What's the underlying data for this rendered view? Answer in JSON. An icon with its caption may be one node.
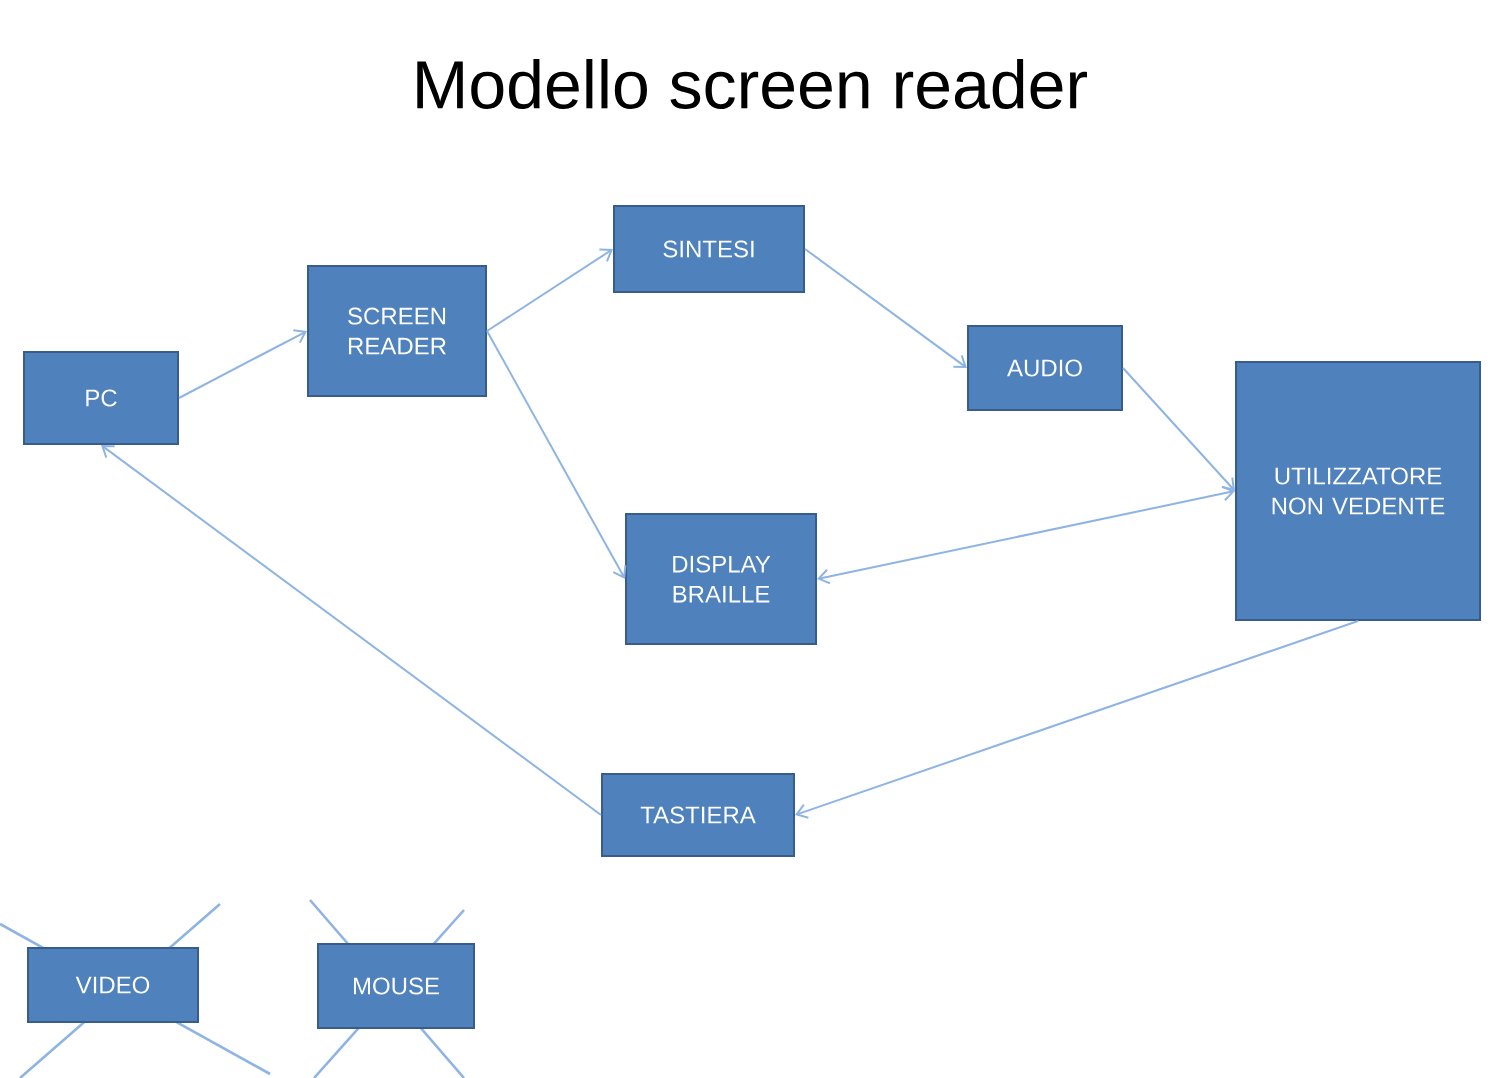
{
  "diagram": {
    "title": "Modello screen reader",
    "nodes": [
      {
        "text": [
          "PC"
        ]
      },
      {
        "text": [
          "SCREEN READER"
        ]
      },
      {
        "text": [
          "SINTESI"
        ]
      },
      {
        "text": [
          "AUDIO"
        ]
      },
      {
        "text": [
          "UTILIZZATORE NON VEDENTE"
        ]
      },
      {
        "text": [
          "DISPLAY BRAILLE"
        ]
      },
      {
        "text": [
          "TASTIERA"
        ]
      },
      {
        "text": [
          "VIDEO"
        ]
      },
      {
        "text": [
          "MOUSE"
        ]
      }
    ],
    "edges": [
      {
        "from": 0,
        "to": 1,
        "arrow": "to"
      },
      {
        "from": 1,
        "to": 2,
        "arrow": "to"
      },
      {
        "from": 1,
        "to": 5,
        "arrow": "to"
      },
      {
        "from": 2,
        "to": 3,
        "arrow": "to"
      },
      {
        "from": 3,
        "to": 4,
        "arrow": "to"
      },
      {
        "from": 4,
        "to": 5,
        "arrow": "both"
      },
      {
        "from": 4,
        "to": 6,
        "arrow": "to"
      },
      {
        "from": 6,
        "to": 0,
        "arrow": "to"
      }
    ]
  }
}
